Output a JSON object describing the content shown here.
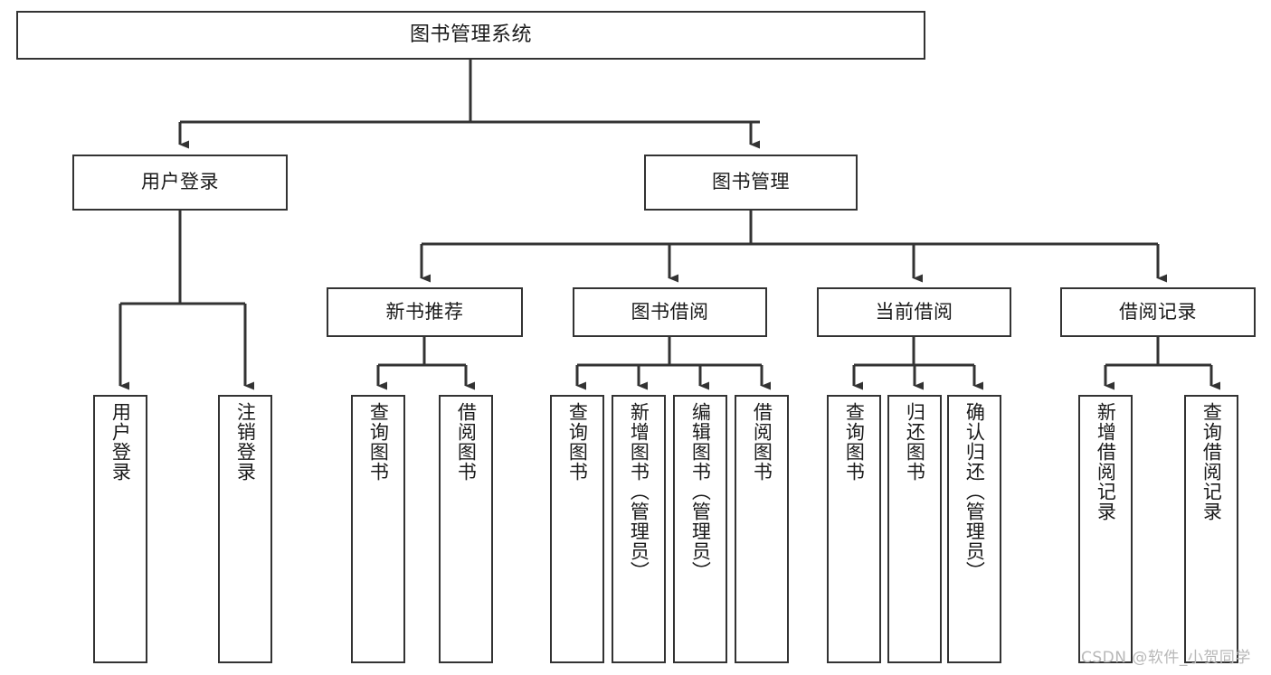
{
  "diagram": {
    "title": "图书管理系统",
    "type": "tree-hierarchy",
    "root": {
      "id": "root",
      "label": "图书管理系统"
    },
    "level1": [
      {
        "id": "user-login",
        "label": "用户登录"
      },
      {
        "id": "book-manage",
        "label": "图书管理"
      }
    ],
    "level2": [
      {
        "id": "new-book-recommend",
        "label": "新书推荐",
        "parent": "book-manage"
      },
      {
        "id": "book-borrow",
        "label": "图书借阅",
        "parent": "book-manage"
      },
      {
        "id": "current-borrow",
        "label": "当前借阅",
        "parent": "book-manage"
      },
      {
        "id": "borrow-record",
        "label": "借阅记录",
        "parent": "book-manage"
      }
    ],
    "leaves": [
      {
        "id": "leaf-user-login",
        "label": "用户登录",
        "parent": "user-login"
      },
      {
        "id": "leaf-logout",
        "label": "注销登录",
        "parent": "user-login"
      },
      {
        "id": "leaf-query-book-1",
        "label": "查询图书",
        "parent": "new-book-recommend"
      },
      {
        "id": "leaf-borrow-book-1",
        "label": "借阅图书",
        "parent": "new-book-recommend"
      },
      {
        "id": "leaf-query-book-2",
        "label": "查询图书",
        "parent": "book-borrow"
      },
      {
        "id": "leaf-add-book",
        "label": "新增图书（管理员）",
        "parent": "book-borrow"
      },
      {
        "id": "leaf-edit-book",
        "label": "编辑图书（管理员）",
        "parent": "book-borrow"
      },
      {
        "id": "leaf-borrow-book-2",
        "label": "借阅图书",
        "parent": "book-borrow"
      },
      {
        "id": "leaf-query-book-3",
        "label": "查询图书",
        "parent": "current-borrow"
      },
      {
        "id": "leaf-return-book",
        "label": "归还图书",
        "parent": "current-borrow"
      },
      {
        "id": "leaf-confirm-return",
        "label": "确认归还（管理员）",
        "parent": "current-borrow"
      },
      {
        "id": "leaf-add-record",
        "label": "新增借阅记录",
        "parent": "borrow-record"
      },
      {
        "id": "leaf-query-record",
        "label": "查询借阅记录",
        "parent": "borrow-record"
      }
    ],
    "colors": {
      "box_border": "#333333",
      "box_fill": "#ffffff",
      "connector": "#333333",
      "text": "#1a1a1a",
      "watermark": "#b8b8b8",
      "background": "#ffffff"
    }
  },
  "watermark": {
    "text": "CSDN @软件_小贺同学"
  }
}
